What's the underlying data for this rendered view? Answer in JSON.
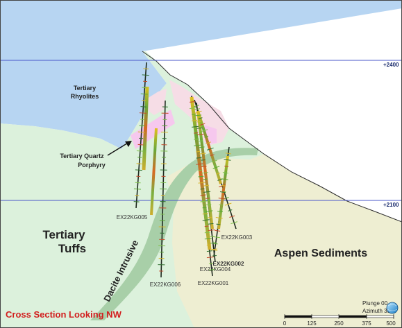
{
  "colors": {
    "rhyolite": "#b7d5f2",
    "tuff": "#dcf1dc",
    "sediment": "#eeeed2",
    "porphyry": "#f6c8ee",
    "pink_zone": "#f6dde6",
    "dacite": "#a8cfa8",
    "elevation_line": "#4a57c9",
    "title_red": "#d21e1e"
  },
  "elevations": [
    {
      "label": "+2400"
    },
    {
      "label": "+2100"
    }
  ],
  "units": {
    "rhyolites_line1": "Tertiary",
    "rhyolites_line2": "Rhyolites",
    "quartz_porphyry_line1": "Tertiary Quartz",
    "quartz_porphyry_line2": "Porphyry",
    "tuffs_line1": "Tertiary",
    "tuffs_line2": "Tuffs",
    "dacite": "Dacite Intrusive",
    "aspen": "Aspen Sediments"
  },
  "drill_holes": [
    {
      "id": "EX22KG005"
    },
    {
      "id": "EX22KG006"
    },
    {
      "id": "EX22KG001"
    },
    {
      "id": "EX22KG004"
    },
    {
      "id": "EX22KG002"
    },
    {
      "id": "EX22KG003"
    }
  ],
  "title": "Cross Section Looking NW",
  "orientation": {
    "plunge": "Plunge 00",
    "azimuth": "Azimuth 332"
  },
  "scale": {
    "ticks": [
      "0",
      "125",
      "250",
      "375",
      "500"
    ]
  }
}
